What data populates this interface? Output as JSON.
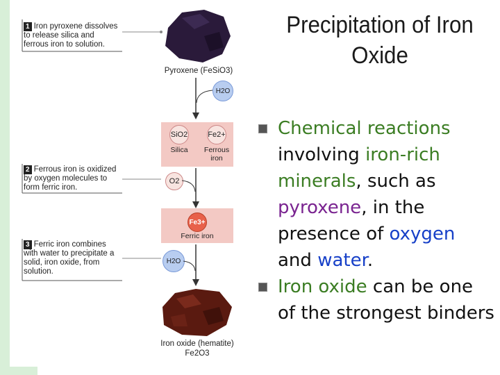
{
  "title": "Precipitation of Iron Oxide",
  "diagram": {
    "steps": [
      {
        "number": "1",
        "text": "Iron pyroxene dissolves to release silica and ferrous iron to solution."
      },
      {
        "number": "2",
        "text": "Ferrous iron is oxidized by oxygen molecules to form ferric iron."
      },
      {
        "number": "3",
        "text": "Ferric iron combines with water to precipitate a solid, iron oxide, from solution."
      }
    ],
    "pyroxene_caption": "Pyroxene (FeSiO3)",
    "water_1": "H2O",
    "silica_formula": "SiO2",
    "silica_label": "Silica",
    "ferrous_formula": "Fe2+",
    "ferrous_label": "Ferrous iron",
    "oxygen": "O2",
    "ferric_formula": "Fe3+",
    "ferric_label": "Ferric iron",
    "water_2": "H2O",
    "hematite_caption": "Iron oxide (hematite)",
    "hematite_formula": "Fe2O3",
    "colors": {
      "rock": "#2a1a3a",
      "hematite": "#5a1a10",
      "pink_box": "#f3c9c4",
      "blue_circle": "#b8cdf0",
      "red_circle": "#e8614a"
    }
  },
  "bullets": [
    {
      "parts": [
        {
          "text": "Chemical reactions",
          "color": "green"
        },
        {
          "text": " involving ",
          "color": "black"
        },
        {
          "text": "iron-rich minerals",
          "color": "green"
        },
        {
          "text": ", such as ",
          "color": "black"
        },
        {
          "text": "pyroxene",
          "color": "purple"
        },
        {
          "text": ", in the presence of ",
          "color": "black"
        },
        {
          "text": "oxygen",
          "color": "blue"
        },
        {
          "text": " and ",
          "color": "black"
        },
        {
          "text": "water",
          "color": "blue"
        },
        {
          "text": ".",
          "color": "black"
        }
      ]
    },
    {
      "parts": [
        {
          "text": "Iron oxide",
          "color": "green"
        },
        {
          "text": " can be one of the strongest binders",
          "color": "black"
        }
      ]
    }
  ]
}
